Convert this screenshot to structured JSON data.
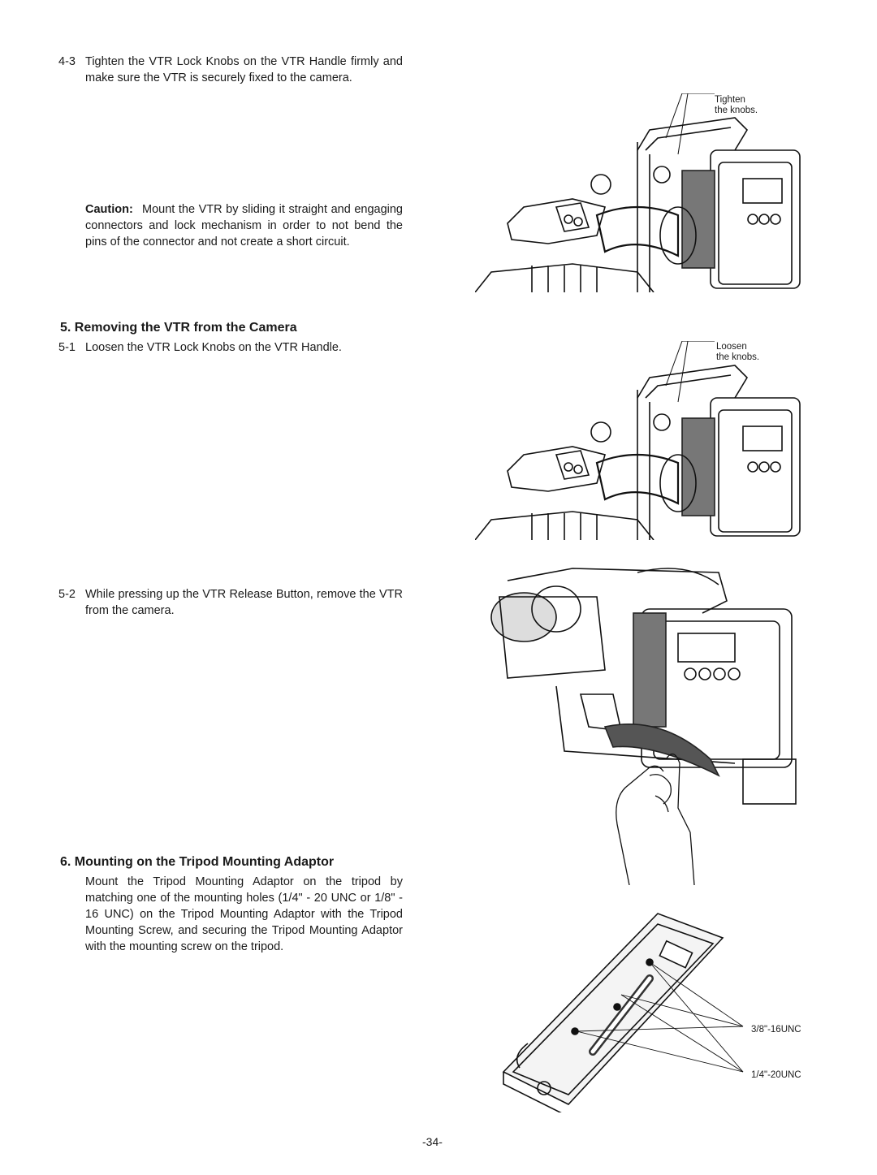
{
  "step_4_3": {
    "num": "4-3",
    "text": "Tighten the VTR Lock Knobs on the VTR Handle firmly and make sure the VTR is securely fixed to the camera."
  },
  "caution": {
    "label": "Caution:",
    "text": "Mount the VTR by sliding it straight and engaging connectors and lock mechanism in order to not bend the pins of the connector and not create a short circuit."
  },
  "section5": {
    "heading": "5.  Removing the VTR from the Camera",
    "step_5_1": {
      "num": "5-1",
      "text": "Loosen the VTR Lock Knobs on the VTR Handle."
    },
    "step_5_2": {
      "num": "5-2",
      "text": "While pressing up the VTR Release Button, remove the VTR from the camera."
    }
  },
  "section6": {
    "heading": "6.  Mounting on the Tripod Mounting Adaptor",
    "text": "Mount the Tripod Mounting Adaptor on the tripod by matching one of the mounting holes (1/4\" - 20 UNC or 1/8\" - 16 UNC) on the Tripod Mounting Adaptor with the Tripod Mounting Screw, and securing the Tripod Mounting Adaptor with the mounting screw on the tripod."
  },
  "figures": {
    "fig1_callout": [
      "Tighten",
      "the knobs."
    ],
    "fig2_callout": [
      "Loosen",
      "the knobs."
    ],
    "fig4_callout_top": "3/8\"-16UNC",
    "fig4_callout_bottom": "1/4\"-20UNC"
  },
  "page_number": "-34-"
}
